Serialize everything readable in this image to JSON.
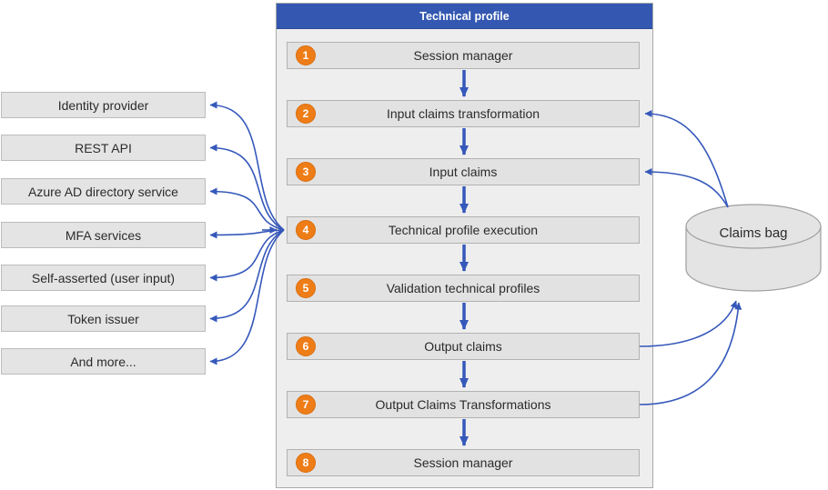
{
  "panel": {
    "title": "Technical profile"
  },
  "steps": [
    {
      "number": "1",
      "label": "Session manager"
    },
    {
      "number": "2",
      "label": "Input claims transformation"
    },
    {
      "number": "3",
      "label": "Input claims"
    },
    {
      "number": "4",
      "label": "Technical profile execution"
    },
    {
      "number": "5",
      "label": "Validation technical profiles"
    },
    {
      "number": "6",
      "label": "Output claims"
    },
    {
      "number": "7",
      "label": "Output Claims Transformations"
    },
    {
      "number": "8",
      "label": "Session manager"
    }
  ],
  "providers": [
    "Identity provider",
    "REST API",
    "Azure AD directory service",
    "MFA services",
    "Self-asserted (user input)",
    "Token issuer",
    "And more..."
  ],
  "claims_bag": {
    "label": "Claims bag"
  },
  "colors": {
    "header_blue": "#3458b1",
    "arrow_blue": "#3558ba",
    "badge_orange": "#ee7d18",
    "box_fill": "#e2e2e2",
    "panel_fill": "#eeeeee",
    "bag_fill": "#e4e4e4"
  }
}
